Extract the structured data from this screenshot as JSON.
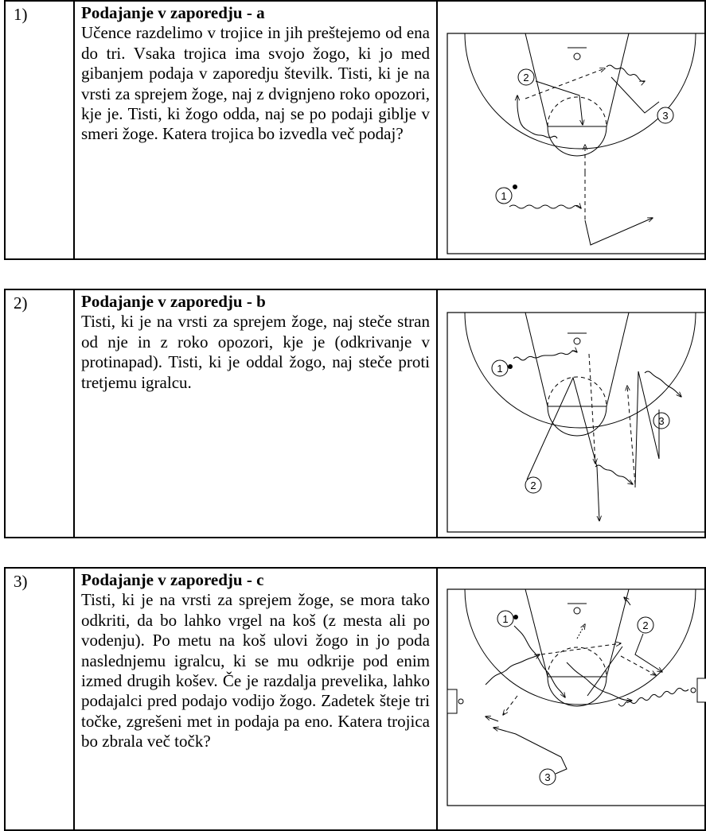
{
  "drills": [
    {
      "number": "1)",
      "title": "Podajanje v zaporedju - a",
      "text": "Učence razdelimo v trojice in jih preštejemo od ena do tri. Vsaka trojica ima svojo žogo, ki jo med gibanjem podaja v zaporedju številk. Tisti, ki je na vrsti za sprejem žoge, naj z dvignjeno roko opozori, kje je. Tisti, ki žogo odda, naj se po podaji giblje v smeri žoge. Katera trojica bo izvedla več podaj?",
      "players": [
        "1",
        "2",
        "3"
      ]
    },
    {
      "number": "2)",
      "title": "Podajanje v zaporedju - b",
      "text": "Tisti, ki je na vrsti za sprejem žoge, naj steče stran od nje in z roko opozori, kje je (odkrivanje v protinapad). Tisti, ki je oddal žogo, naj steče proti tretjemu igralcu.",
      "players": [
        "1",
        "2",
        "3"
      ]
    },
    {
      "number": "3)",
      "title": "Podajanje v zaporedju - c",
      "text": "Tisti, ki je na vrsti za sprejem žoge, se mora tako odkriti, da bo lahko vrgel na koš (z mesta ali po vodenju). Po metu na koš ulovi žogo in jo poda naslednjemu igralcu, ki se mu odkrije pod enim izmed drugih košev. Če je razdalja prevelika, lahko podajalci pred podajo vodijo žogo. Zadetek šteje tri točke, zgrešeni met in podaja pa eno. Katera trojica bo zbrala več točk?",
      "players": [
        "1",
        "2",
        "3"
      ]
    }
  ]
}
